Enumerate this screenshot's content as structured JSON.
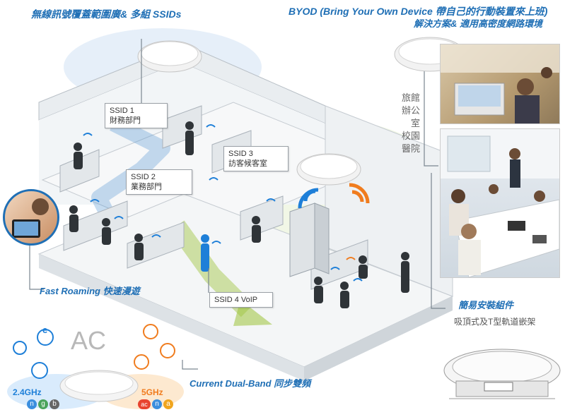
{
  "header": {
    "left_title": "無線訊號覆蓋範圍廣& 多組 SSIDs",
    "byod_line1": "BYOD  (Bring Your Own Device 帶自己的行動裝置來上班)",
    "byod_line2": "解決方案& 適用高密度網路環境"
  },
  "ssids": {
    "ssid1_name": "SSID 1",
    "ssid1_dept": "財務部門",
    "ssid2_name": "SSID 2",
    "ssid2_dept": "業務部門",
    "ssid3_name": "SSID 3",
    "ssid3_dept": "訪客候客室",
    "ssid4": "SSID 4 VoIP"
  },
  "venues": [
    "旅館",
    "辦公室",
    "校園",
    "醫院"
  ],
  "features": {
    "fast_roaming": "Fast  Roaming 快速漫遊",
    "dual_band": "Current Dual-Band 同步雙頻",
    "easy_install": "簡易安裝組件",
    "mount_desc": "吸頂式及T型軌道嵌架"
  },
  "badge": {
    "ac": "AC",
    "band_24": "2.4GHz",
    "band_24_letters": [
      "n",
      "g",
      "b"
    ],
    "band_5": "5GHz",
    "band_5_letters": [
      "ac",
      "n",
      "a"
    ]
  },
  "colors": {
    "title_blue": "#1f6fb5",
    "signal_blue": "#1e7fd8",
    "signal_orange": "#f07c1e",
    "roaming_green": "#9dc33b"
  }
}
